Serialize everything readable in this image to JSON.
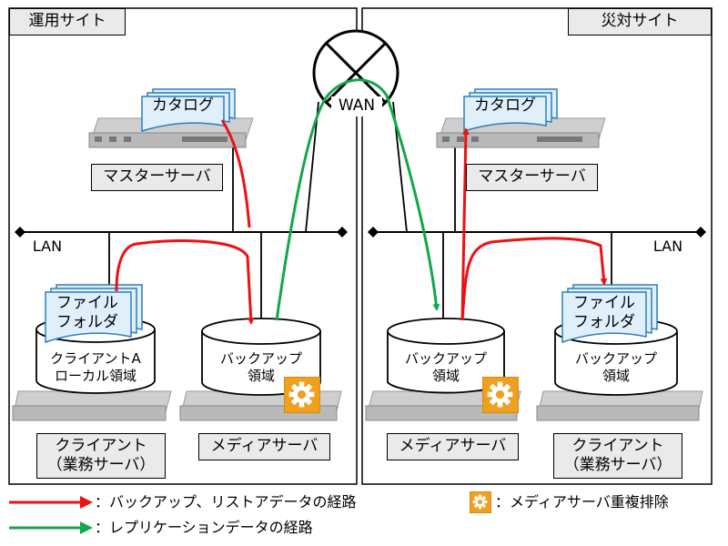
{
  "sites": {
    "left": {
      "title": "運用サイト",
      "catalog": "カタログ",
      "master_server": "マスターサーバ",
      "lan": "LAN",
      "client_folder": "ファイル\nフォルダ",
      "client_disk": "クライアントA\nローカル領域",
      "client_label": "クライアント\n（業務サーバ）",
      "backup_disk": "バックアップ\n領域",
      "media_server": "メディアサーバ"
    },
    "right": {
      "title": "災対サイト",
      "catalog": "カタログ",
      "master_server": "マスターサーバ",
      "lan": "LAN",
      "client_folder": "ファイル\nフォルダ",
      "client_disk": "バックアップ\n領域",
      "client_label": "クライアント\n（業務サーバ）",
      "backup_disk": "バックアップ\n領域",
      "media_server": "メディアサーバ"
    }
  },
  "wan": "WAN",
  "legend": {
    "backup_route": "：バックアップ、リストアデータの経路",
    "replication_route": "：レプリケーションデータの経路",
    "dedup": "：メディアサーバ重複排除"
  },
  "colors": {
    "backup": "#ee1111",
    "replication": "#11a848",
    "gear": "#f0a020",
    "label_bg": "#eaeaea",
    "doc_fill": "#dff0fb",
    "doc_stroke": "#2a7fc0"
  },
  "icons": [
    "gear-icon",
    "server-icon",
    "document-stack-icon",
    "disk-cylinder-icon",
    "arrow-icon"
  ]
}
